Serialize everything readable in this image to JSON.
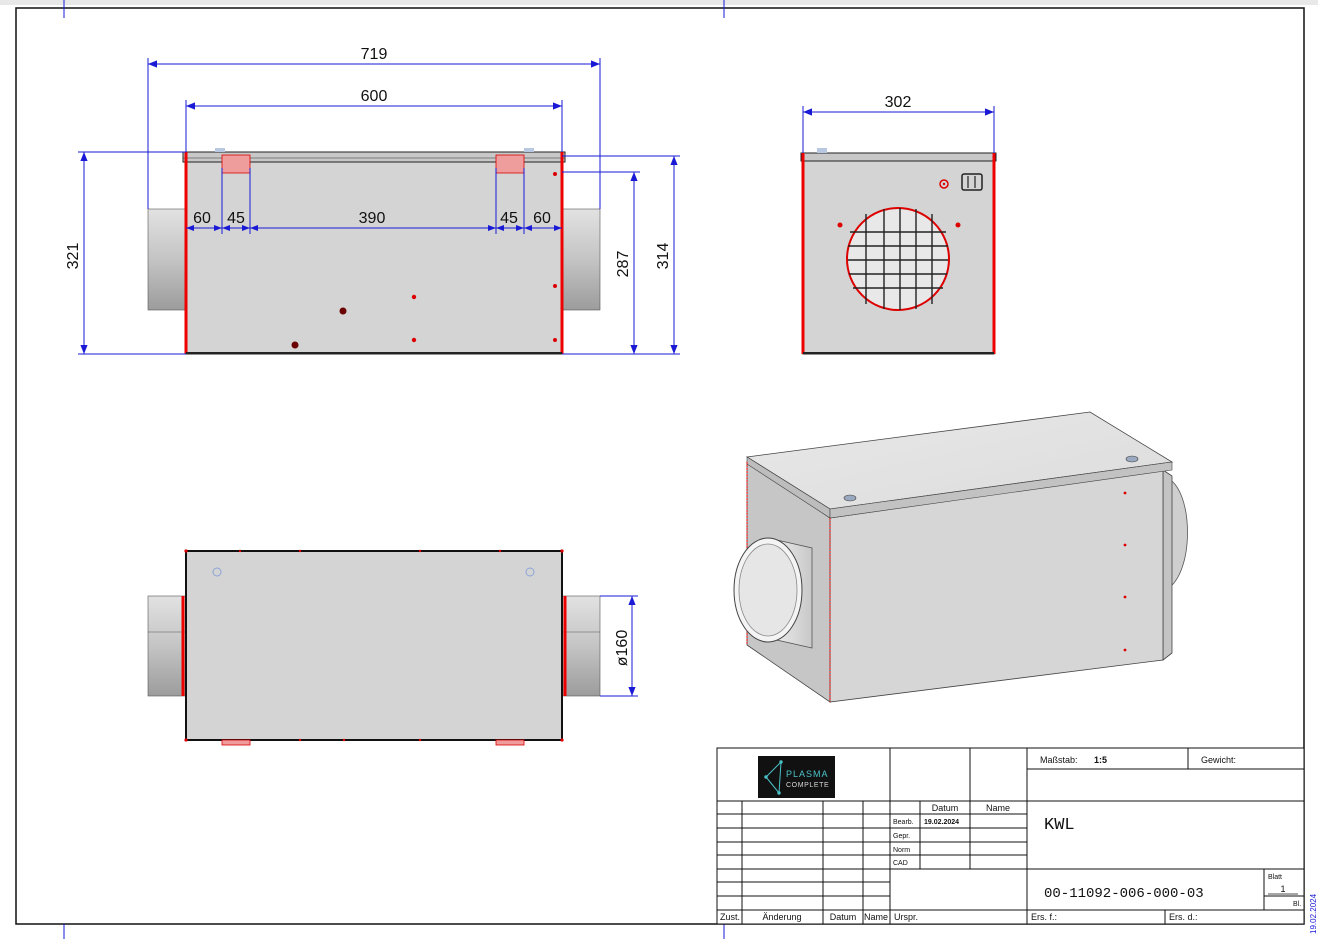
{
  "dimensions": {
    "front_overall_width": "719",
    "front_body_width": "600",
    "front_height_total": "321",
    "front_height_body": "287",
    "front_height_mid": "314",
    "front_seg_a": "60",
    "front_seg_b": "45",
    "front_seg_c": "390",
    "front_seg_d": "45",
    "front_seg_e": "60",
    "side_width": "302",
    "bottom_diameter": "ø160"
  },
  "logo": {
    "line1": "PLASMA",
    "line2": "COMPLETE",
    "icon": "plasma-logo-icon"
  },
  "title_block": {
    "scale_label": "Maßstab:",
    "scale_value": "1:5",
    "weight_label": "Gewicht:",
    "col_datum": "Datum",
    "col_name": "Name",
    "bearb_label": "Bearb.",
    "bearb_date": "19.02.2024",
    "gepr_label": "Gepr.",
    "norm_label": "Norm",
    "cad_label": "CAD",
    "title": "KWL",
    "drawing_number": "00-11092-006-000-03",
    "blatt_label": "Blatt",
    "blatt_value": "1",
    "bl_label": "Bl.",
    "zust": "Zust.",
    "aenderung": "Änderung",
    "datum": "Datum",
    "name": "Name",
    "urspr": "Urspr.",
    "ers_f": "Ers. f.:",
    "ers_d": "Ers. d.:"
  },
  "side_stamp": "19.02.2024",
  "colors": {
    "dimension": "#1a1ad6",
    "edge": "#e00000",
    "body": "#d4d4d4",
    "pipe": "#c9c9c9"
  }
}
